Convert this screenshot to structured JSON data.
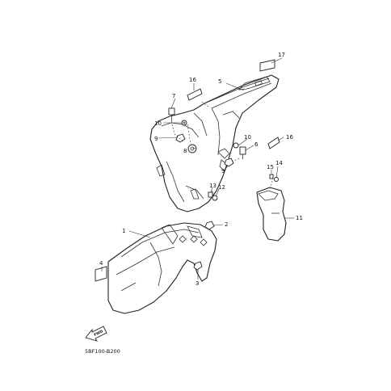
{
  "callouts": [
    "1",
    "2",
    "3",
    "4",
    "5",
    "6",
    "7",
    "8",
    "9",
    "9",
    "10",
    "10",
    "11",
    "12",
    "13",
    "14",
    "15",
    "16",
    "16",
    "17"
  ],
  "front_arrow_label": "FWD",
  "diagram_code": "5BF100-B200"
}
